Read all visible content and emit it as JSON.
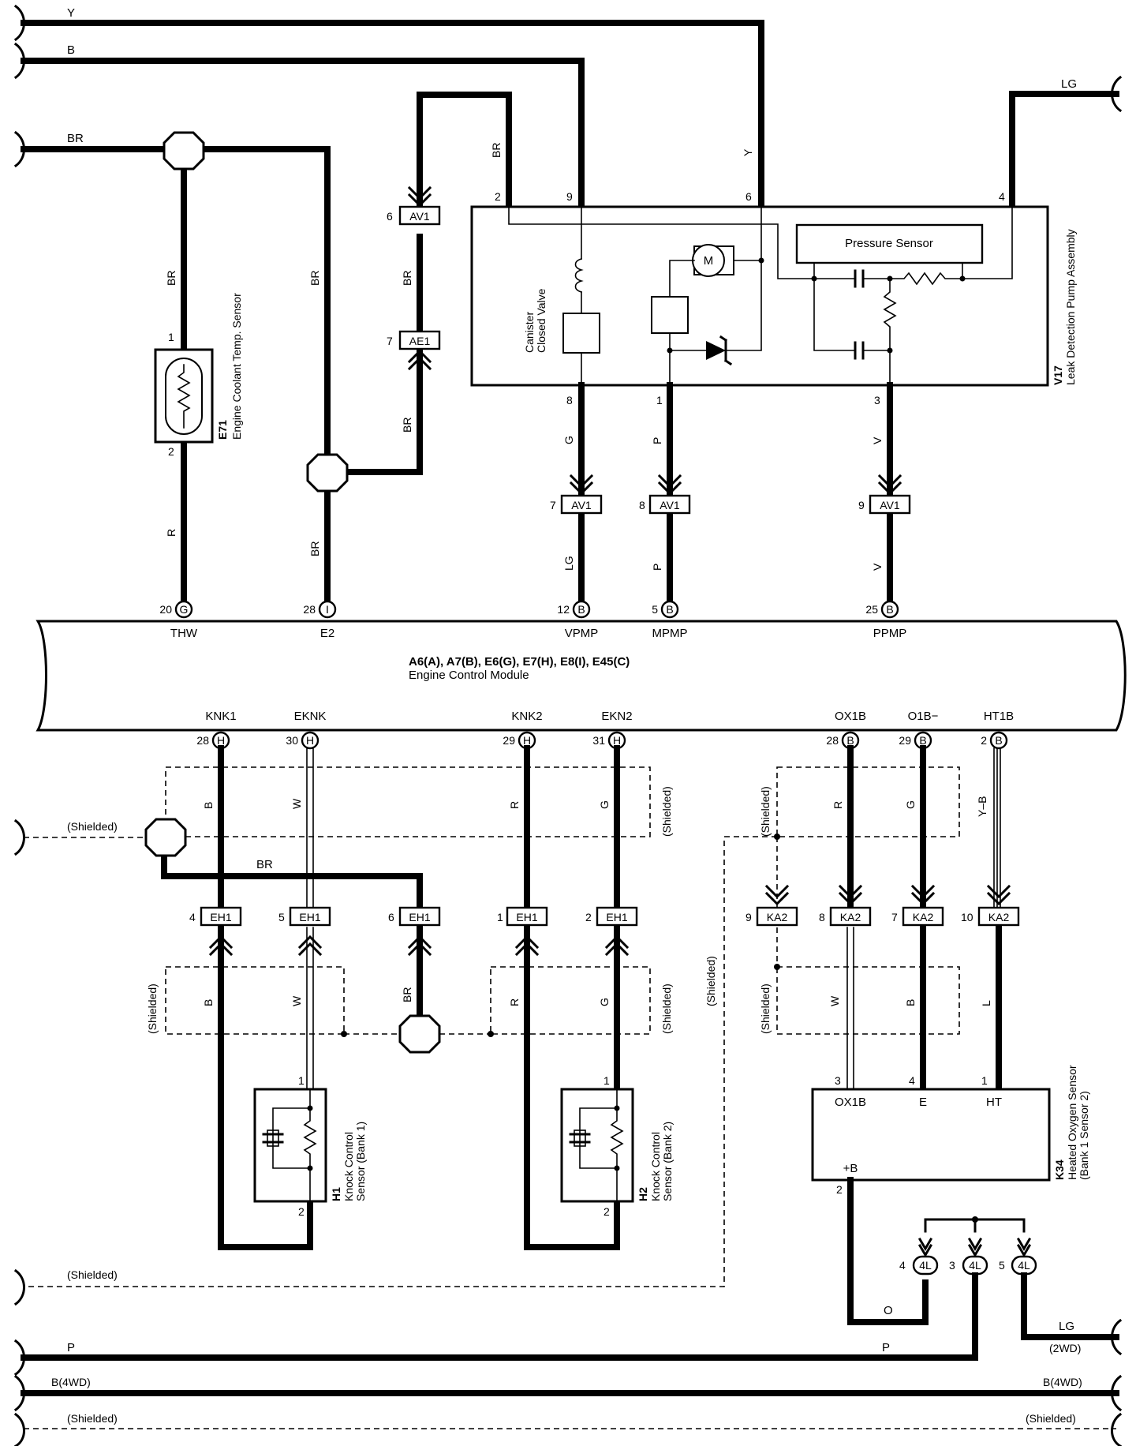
{
  "ecm": {
    "title": "A6(A), A7(B), E6(G), E7(H), E8(I), E45(C)",
    "subtitle": "Engine Control Module",
    "top_pins": [
      {
        "name": "THW",
        "pin": "20",
        "conn": "G"
      },
      {
        "name": "E2",
        "pin": "28",
        "conn": "I"
      },
      {
        "name": "VPMP",
        "pin": "12",
        "conn": "B"
      },
      {
        "name": "MPMP",
        "pin": "5",
        "conn": "B"
      },
      {
        "name": "PPMP",
        "pin": "25",
        "conn": "B"
      }
    ],
    "bottom_pins": [
      {
        "name": "KNK1",
        "pin": "28",
        "conn": "H"
      },
      {
        "name": "EKNK",
        "pin": "30",
        "conn": "H"
      },
      {
        "name": "KNK2",
        "pin": "29",
        "conn": "H"
      },
      {
        "name": "EKN2",
        "pin": "31",
        "conn": "H"
      },
      {
        "name": "OX1B",
        "pin": "28",
        "conn": "B"
      },
      {
        "name": "O1B−",
        "pin": "29",
        "conn": "B"
      },
      {
        "name": "HT1B",
        "pin": "2",
        "conn": "B"
      }
    ]
  },
  "components": {
    "v17": {
      "id": "V17",
      "name": "Leak Detection Pump Assembly",
      "pressure_sensor": "Pressure Sensor",
      "valve": "Canister\nClosed Valve",
      "motor": "M",
      "pins": [
        "2",
        "9",
        "6",
        "4",
        "8",
        "1",
        "3"
      ]
    },
    "e71": {
      "id": "E71",
      "name": "Engine Coolant Temp. Sensor",
      "pins": [
        "1",
        "2"
      ]
    },
    "h1": {
      "id": "H1",
      "name": "Knock Control\nSensor (Bank 1)",
      "pins": [
        "1",
        "2"
      ]
    },
    "h2": {
      "id": "H2",
      "name": "Knock Control\nSensor (Bank 2)",
      "pins": [
        "1",
        "2"
      ]
    },
    "k34": {
      "id": "K34",
      "name": "Heated Oxygen Sensor\n(Bank 1 Sensor 2)",
      "terminals": [
        "OX1B",
        "E",
        "HT",
        "+B"
      ],
      "pins": [
        "3",
        "4",
        "1",
        "2"
      ]
    }
  },
  "connectors": {
    "av1": "AV1",
    "ae1": "AE1",
    "eh1": "EH1",
    "ka2": "KA2",
    "j4l": "4L"
  },
  "wire_colors": {
    "y": "Y",
    "b": "B",
    "br": "BR",
    "lg": "LG",
    "r": "R",
    "g": "G",
    "p": "P",
    "v": "V",
    "w": "W",
    "l": "L",
    "o": "O",
    "yb": "Y–B"
  },
  "labels": {
    "shielded": "(Shielded)",
    "b_4wd": "B(4WD)",
    "wd2": "(2WD)"
  }
}
